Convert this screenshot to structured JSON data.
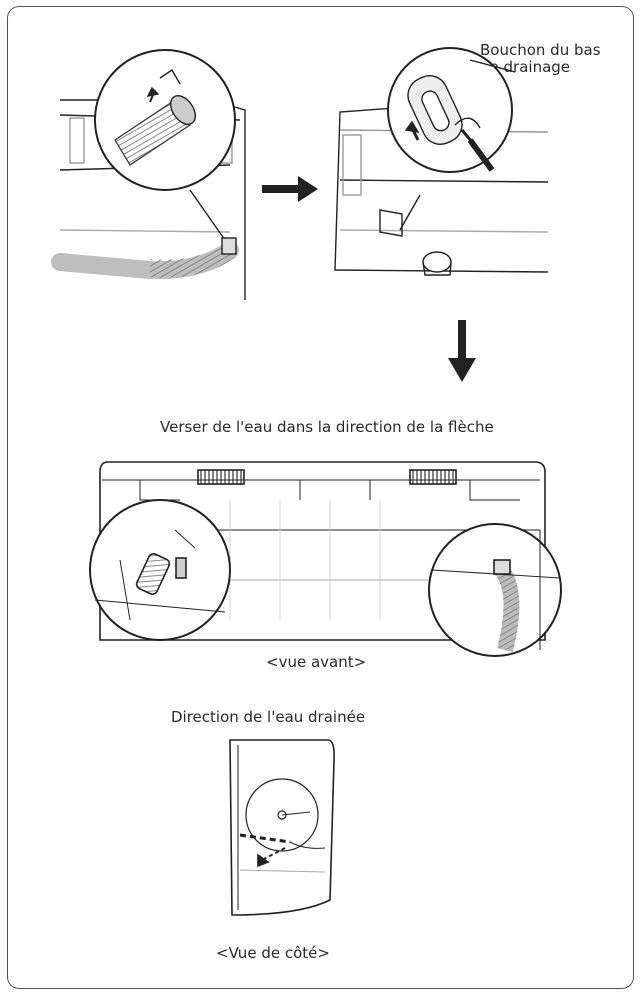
{
  "labels": {
    "drain_plug": [
      "Bouchon du bas",
      "de drainage"
    ],
    "pour_instruction": "Verser de l'eau dans la direction de la flèche",
    "front_view": "<vue avant>",
    "drained_direction": "Direction de l'eau drainée",
    "side_view": "<Vue de côté>"
  }
}
